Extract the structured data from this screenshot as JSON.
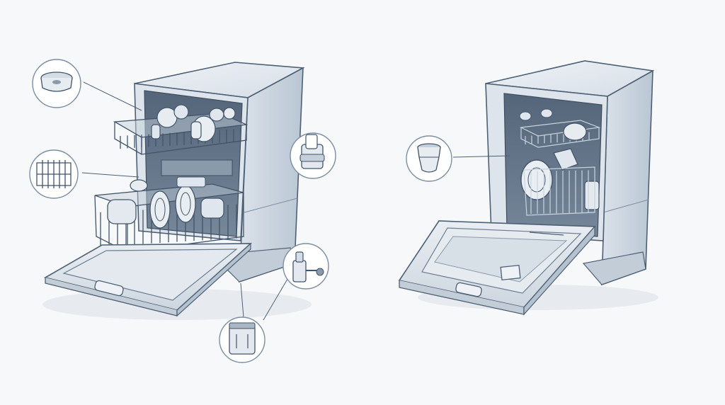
{
  "palette": {
    "background": "#f7f8fa",
    "line": "#4e6075",
    "line_light": "#7c8ea2",
    "shade": "#c9d3dd",
    "shade_dark": "#a9b7c5",
    "interior": "#5a6b7d",
    "callout": "#ffffff"
  },
  "dishwashers": [
    {
      "name": "loaded-dishwasher",
      "state": "racks-pulled-out"
    },
    {
      "name": "empty-dishwasher",
      "state": "door-open"
    }
  ],
  "callouts": [
    {
      "name": "callout-filter-icon"
    },
    {
      "name": "callout-rack-icon"
    },
    {
      "name": "callout-detergent-dispenser-icon"
    },
    {
      "name": "callout-inlet-valve-icon"
    },
    {
      "name": "callout-drain-pump-icon"
    },
    {
      "name": "callout-filter-cup-icon"
    }
  ]
}
